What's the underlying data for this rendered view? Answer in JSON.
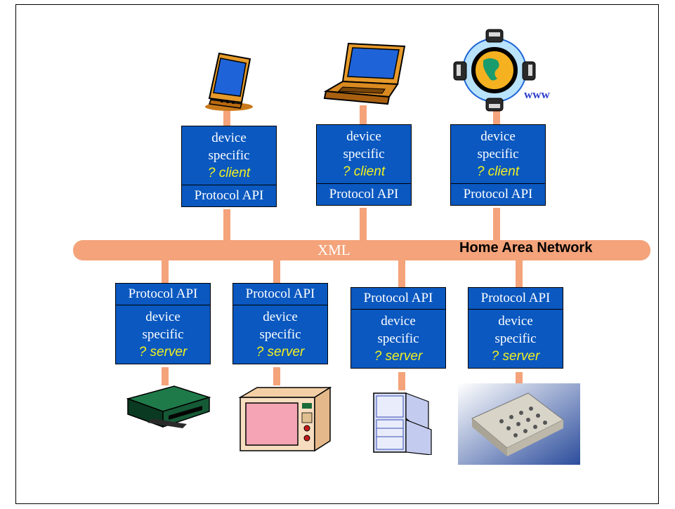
{
  "network": {
    "label": "Home Area Network",
    "protocol_label": "XML",
    "bus_color": "#f4a37a"
  },
  "clients": [
    {
      "device": "pda-icon",
      "desc1": "device",
      "desc2": "specific",
      "role": "? client",
      "api": "Protocol API"
    },
    {
      "device": "laptop-icon",
      "desc1": "device",
      "desc2": "specific",
      "role": "? client",
      "api": "Protocol API"
    },
    {
      "device": "globe-www-icon",
      "desc1": "device",
      "desc2": "specific",
      "role": "? client",
      "api": "Protocol API",
      "device_label": "www"
    }
  ],
  "servers": [
    {
      "device": "vcr-icon",
      "api": "Protocol API",
      "desc1": "device",
      "desc2": "specific",
      "role": "? server"
    },
    {
      "device": "microwave-icon",
      "api": "Protocol API",
      "desc1": "device",
      "desc2": "specific",
      "role": "? server"
    },
    {
      "device": "refrigerator-icon",
      "api": "Protocol API",
      "desc1": "device",
      "desc2": "specific",
      "role": "? server"
    },
    {
      "device": "home-controller-icon",
      "api": "Protocol API",
      "desc1": "device",
      "desc2": "specific",
      "role": "? server"
    }
  ],
  "colors": {
    "box_fill": "#0a58c0",
    "box_text": "#ffffff",
    "role_text": "#f0f020",
    "link": "#f4a37a"
  }
}
